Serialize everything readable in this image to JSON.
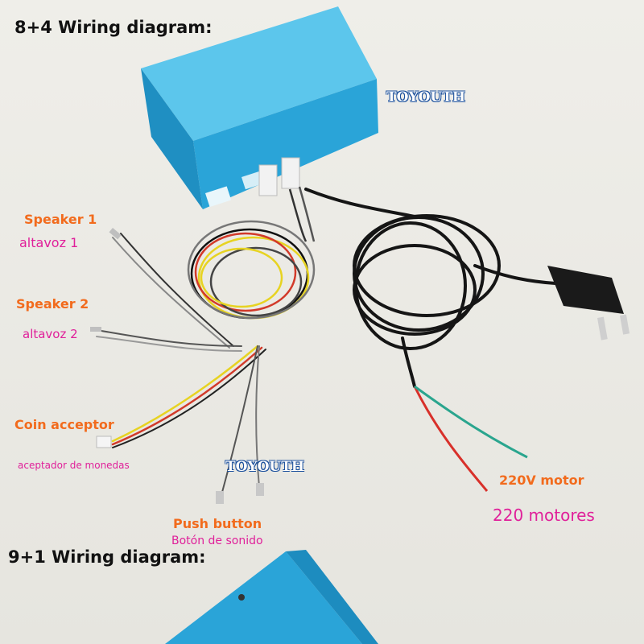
{
  "headings": {
    "first": "8+4 Wiring diagram:",
    "second": "9+1 Wiring diagram:"
  },
  "brand": "TOYOUTH",
  "labels": {
    "speaker1_en": "Speaker 1",
    "speaker1_es": "altavoz 1",
    "speaker2_en": "Speaker 2",
    "speaker2_es": "altavoz 2",
    "coin_en": "Coin acceptor",
    "coin_es": "aceptador de monedas",
    "push_en": "Push button",
    "push_es": "Botón de sonido",
    "motor_en": "220V motor",
    "motor_es": "220 motores"
  },
  "colors": {
    "english_label": "#f26b1d",
    "spanish_label": "#e0209a",
    "box_blue": "#29a8d8"
  }
}
